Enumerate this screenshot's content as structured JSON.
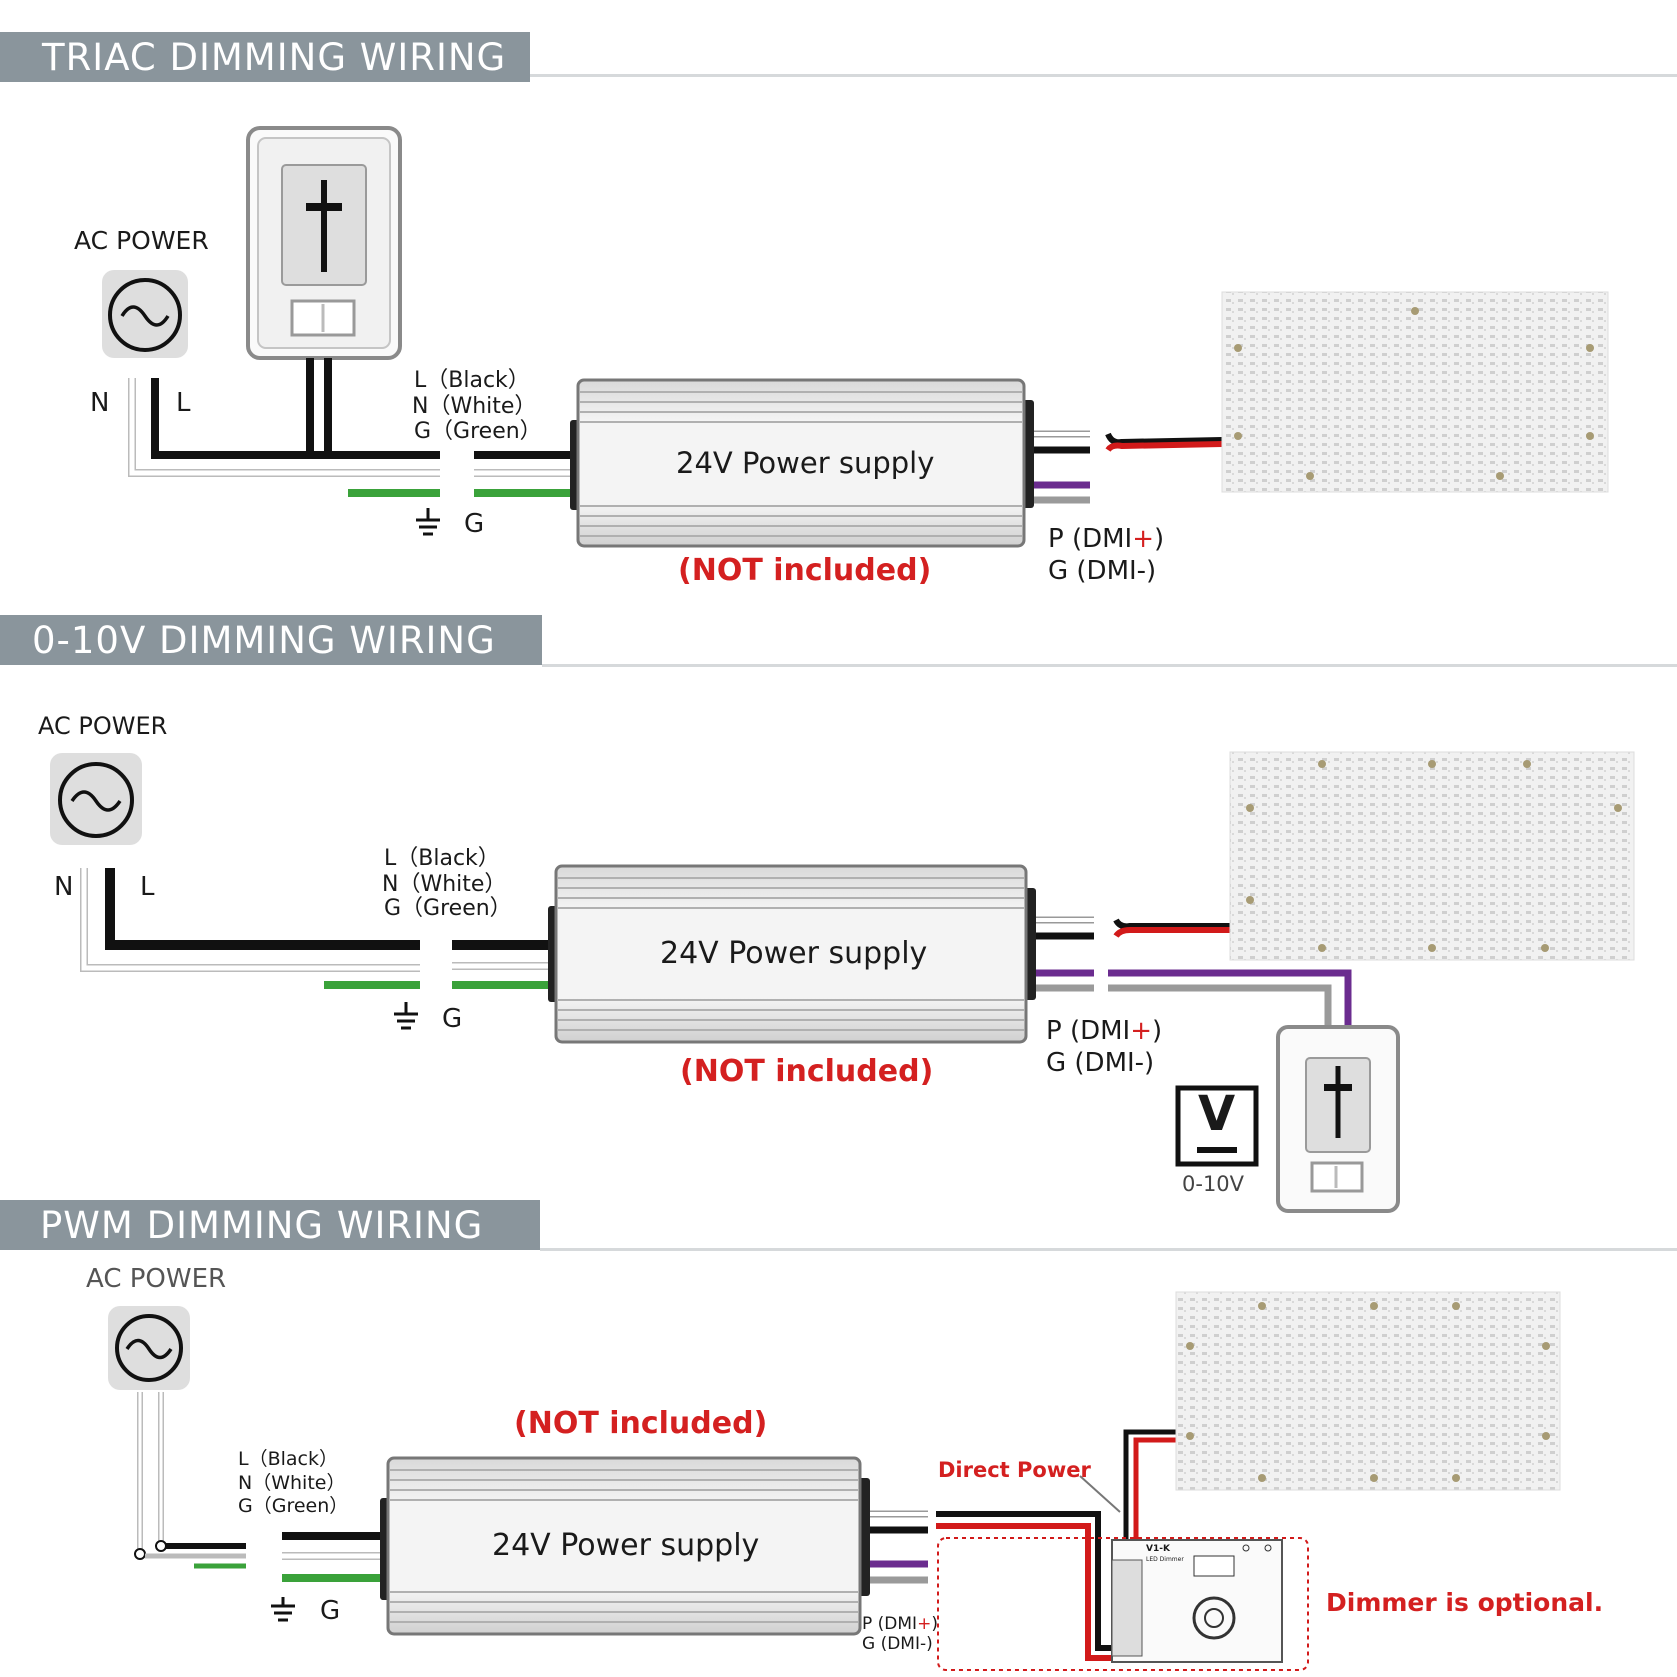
{
  "sections": [
    {
      "title": "TRIAC DIMMING WIRING"
    },
    {
      "title": "0-10V  DIMMING WIRING"
    },
    {
      "title": "PWM DIMMING WIRING"
    }
  ],
  "labels": {
    "ac_power": "AC POWER",
    "N": "N",
    "L": "L",
    "wire_L": "L（Black）",
    "wire_N": "N（White）",
    "wire_G": "G（Green）",
    "ground": "G",
    "power_supply": "24V Power supply",
    "not_included": "(NOT included)",
    "p_dmi_prefix": "P (DMI",
    "p_dmi_plus": "+",
    "p_dmi_suffix": ")",
    "g_dmi": "G (DMI-)",
    "zero_ten_v": "0-10V",
    "v_symbol": "V",
    "direct_power": "Direct Power",
    "dimmer_optional": "Dimmer is optional.",
    "dimmer_model": "V1-K",
    "dimmer_sub": "LED Dimmer"
  },
  "colors": {
    "band": "#8a959c",
    "black_wire": "#111111",
    "green_wire": "#3aa23a",
    "red_wire": "#d21a1a",
    "purple_wire": "#6b2c8f",
    "grey_wire": "#9a9a9a",
    "accent_red": "#d42020"
  }
}
